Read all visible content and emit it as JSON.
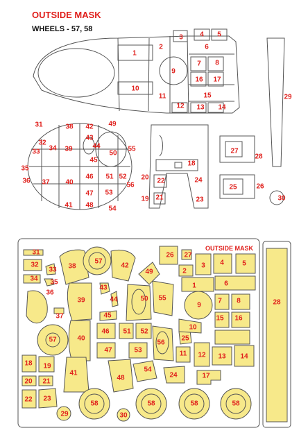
{
  "header": {
    "title": "OUTSIDE MASK",
    "subtitle": "WHEELS - 57, 58"
  },
  "sheet": {
    "label": "OUTSIDE MASK",
    "sheet_color": "#f7e98a",
    "number_color": "#e0201c"
  },
  "drawing_numbers": [
    "1",
    "2",
    "3",
    "4",
    "5",
    "6",
    "7",
    "8",
    "9",
    "10",
    "11",
    "12",
    "13",
    "14",
    "15",
    "16",
    "17",
    "18",
    "19",
    "20",
    "21",
    "22",
    "23",
    "24",
    "25",
    "26",
    "27",
    "28",
    "29",
    "30",
    "31",
    "32",
    "33",
    "34",
    "35",
    "36",
    "37",
    "38",
    "39",
    "40",
    "41",
    "42",
    "43",
    "44",
    "45",
    "46",
    "47",
    "48",
    "49",
    "50",
    "51",
    "52",
    "53",
    "54",
    "55",
    "56"
  ],
  "sheet_numbers": [
    "31",
    "32",
    "33",
    "34",
    "35",
    "36",
    "37",
    "38",
    "39",
    "40",
    "41",
    "42",
    "43",
    "44",
    "45",
    "46",
    "47",
    "48",
    "49",
    "50",
    "51",
    "52",
    "53",
    "54",
    "55",
    "56",
    "57",
    "57",
    "58",
    "58",
    "58",
    "58",
    "1",
    "2",
    "3",
    "4",
    "5",
    "6",
    "7",
    "8",
    "9",
    "10",
    "11",
    "12",
    "13",
    "14",
    "15",
    "16",
    "17",
    "18",
    "19",
    "20",
    "21",
    "22",
    "23",
    "24",
    "25",
    "26",
    "27",
    "28",
    "29",
    "30",
    "30"
  ]
}
